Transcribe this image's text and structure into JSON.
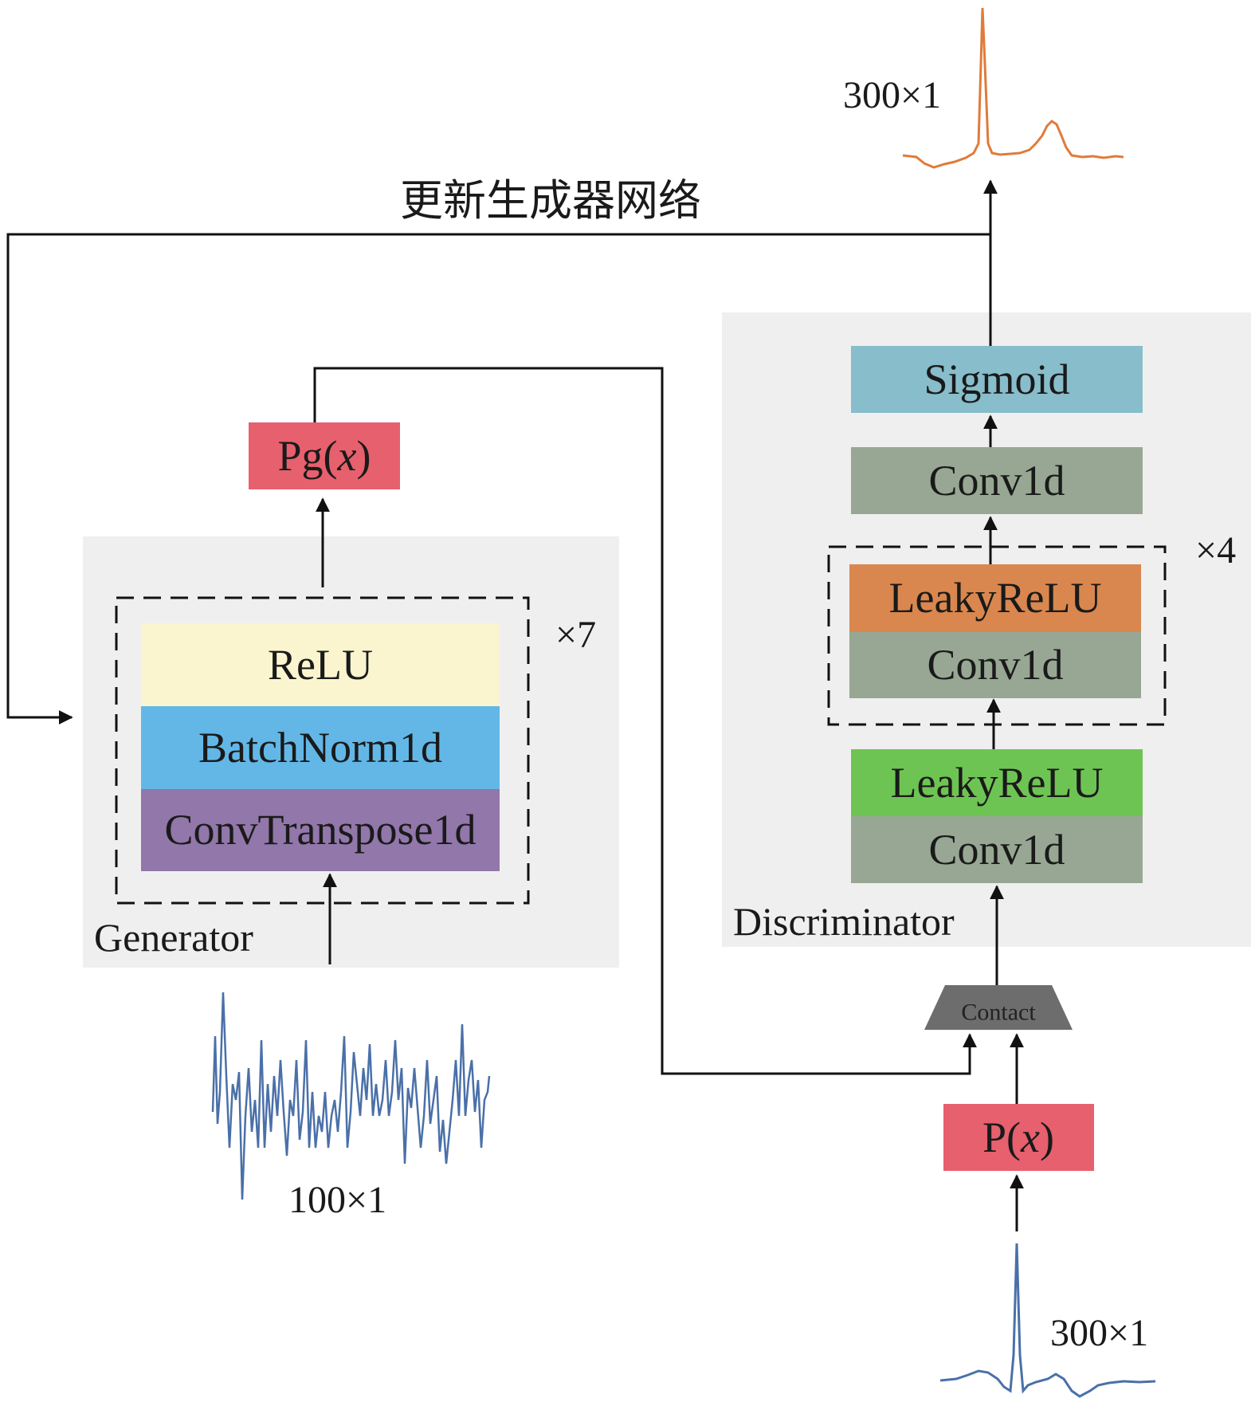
{
  "title": "更新生成器网络",
  "generator": {
    "panel_label": "Generator",
    "repeat": "×7",
    "layers": [
      {
        "label": "ReLU",
        "color": "#faf5cf"
      },
      {
        "label": "BatchNorm1d",
        "color": "#63b7e6"
      },
      {
        "label": "ConvTranspose1d",
        "color": "#9277aa"
      }
    ],
    "output": {
      "label_main": "Pg(",
      "label_var": "x",
      "label_end": ")",
      "color": "#e6606d"
    },
    "input_dim": "100×1"
  },
  "discriminator": {
    "panel_label": "Discriminator",
    "repeat": "×4",
    "top": {
      "label": "Sigmoid",
      "color": "#88bdcb"
    },
    "conv_top": {
      "label": "Conv1d",
      "color": "#97a793"
    },
    "repeat_block": [
      {
        "label": "LeakyReLU",
        "color": "#d9874f"
      },
      {
        "label": "Conv1d",
        "color": "#97a793"
      }
    ],
    "first_block": [
      {
        "label": "LeakyReLU",
        "color": "#6ec453"
      },
      {
        "label": "Conv1d",
        "color": "#97a793"
      }
    ],
    "output_dim": "300×1"
  },
  "contact": {
    "label": "Contact",
    "color": "#6d6d6d"
  },
  "real": {
    "label_main": "P(",
    "label_var": "x",
    "label_end": ")",
    "color": "#e6606d",
    "dim": "300×1"
  },
  "colors": {
    "panel": "#efefef",
    "line": "#111111",
    "noise_wave": "#4a70a8",
    "output_wave": "#e07b3a",
    "real_wave": "#4a70a8"
  }
}
